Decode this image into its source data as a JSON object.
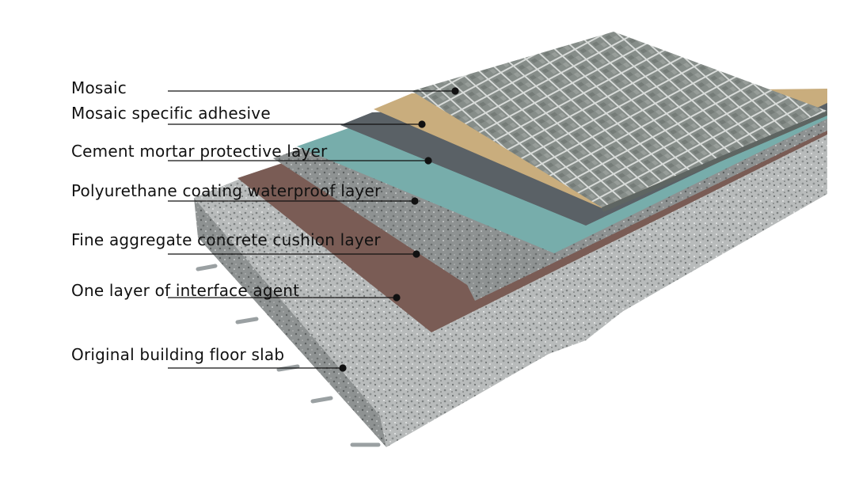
{
  "diagram": {
    "labels": [
      {
        "id": "mosaic",
        "text": "Mosaic"
      },
      {
        "id": "adhesive",
        "text": "Mosaic specific adhesive"
      },
      {
        "id": "mortar",
        "text": "Cement mortar protective layer"
      },
      {
        "id": "waterproof",
        "text": "Polyurethane coating waterproof layer"
      },
      {
        "id": "cushion",
        "text": "Fine aggregate concrete cushion layer"
      },
      {
        "id": "interface",
        "text": "One layer of interface agent"
      },
      {
        "id": "slab",
        "text": "Original building floor slab"
      }
    ]
  },
  "colors": {
    "mosaic": "#7d8581",
    "adhesive": "#c9ad7d",
    "mortar": "#5a6166",
    "waterproof": "#77adab",
    "cushion": "#8c8f8e",
    "interface": "#7a5c55",
    "slab": "#b9bcbc"
  }
}
